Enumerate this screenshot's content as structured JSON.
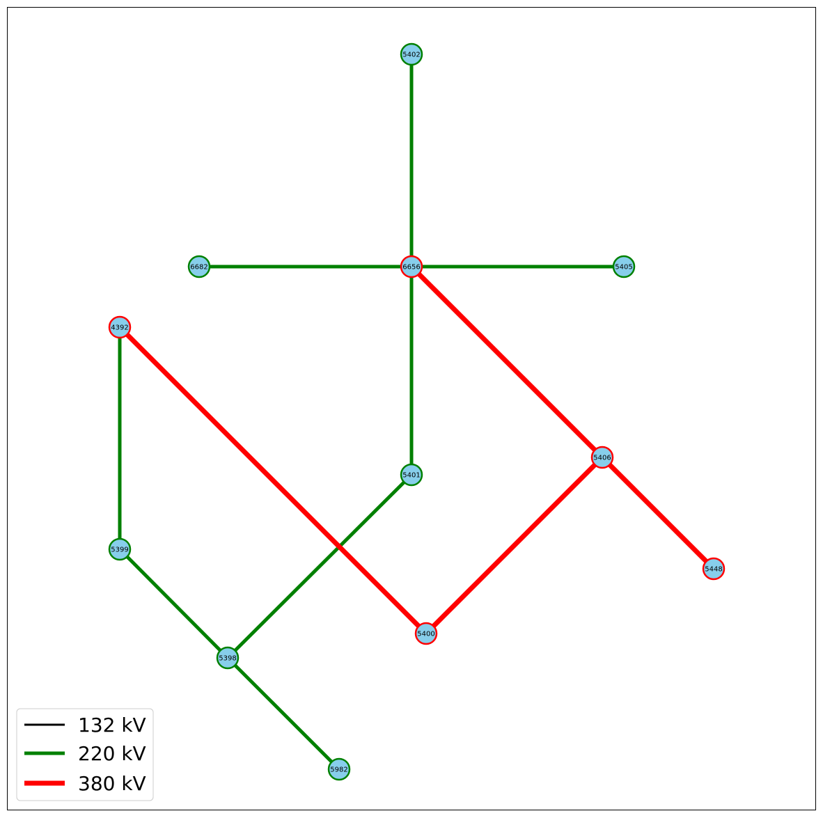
{
  "network": {
    "node_fill": "#87ceeb",
    "voltage_levels": [
      {
        "label": "132 kV",
        "color": "#000000"
      },
      {
        "label": "220 kV",
        "color": "#008000"
      },
      {
        "label": "380 kV",
        "color": "#ff0000"
      }
    ],
    "nodes": [
      {
        "id": "5402",
        "level": "220 kV"
      },
      {
        "id": "6682",
        "level": "220 kV"
      },
      {
        "id": "6656",
        "level": "380 kV"
      },
      {
        "id": "5405",
        "level": "220 kV"
      },
      {
        "id": "4392",
        "level": "380 kV"
      },
      {
        "id": "5406",
        "level": "380 kV"
      },
      {
        "id": "5401",
        "level": "220 kV"
      },
      {
        "id": "5399",
        "level": "220 kV"
      },
      {
        "id": "5448",
        "level": "380 kV"
      },
      {
        "id": "5400",
        "level": "380 kV"
      },
      {
        "id": "5398",
        "level": "220 kV"
      },
      {
        "id": "5982",
        "level": "220 kV"
      }
    ],
    "edges": [
      {
        "from": "6656",
        "to": "5402",
        "level": "220 kV"
      },
      {
        "from": "6682",
        "to": "6656",
        "level": "220 kV"
      },
      {
        "from": "6656",
        "to": "5405",
        "level": "220 kV"
      },
      {
        "from": "6656",
        "to": "5401",
        "level": "220 kV"
      },
      {
        "from": "4392",
        "to": "5399",
        "level": "220 kV"
      },
      {
        "from": "5399",
        "to": "5398",
        "level": "220 kV"
      },
      {
        "from": "5398",
        "to": "5401",
        "level": "220 kV"
      },
      {
        "from": "5398",
        "to": "5982",
        "level": "220 kV"
      },
      {
        "from": "6656",
        "to": "5406",
        "level": "380 kV"
      },
      {
        "from": "5406",
        "to": "5448",
        "level": "380 kV"
      },
      {
        "from": "5406",
        "to": "5400",
        "level": "380 kV"
      },
      {
        "from": "4392",
        "to": "5400",
        "level": "380 kV"
      }
    ]
  },
  "legend": {
    "items": [
      "132 kV",
      "220 kV",
      "380 kV"
    ]
  }
}
